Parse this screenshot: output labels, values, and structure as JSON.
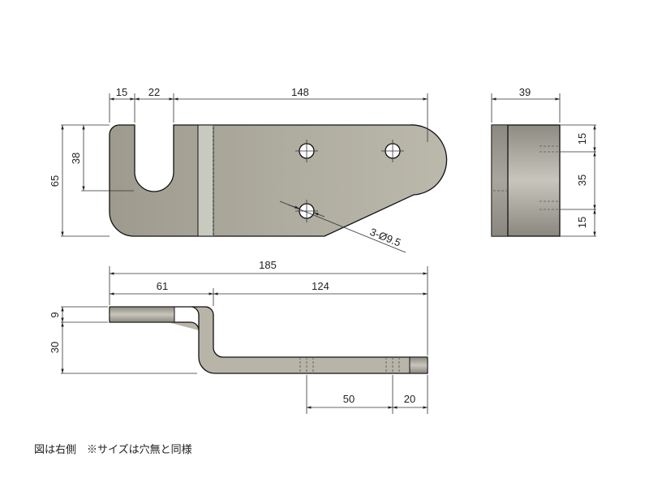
{
  "top_view": {
    "dims": {
      "d15": "15",
      "d22": "22",
      "d148": "148",
      "d65": "65",
      "d38": "38",
      "holes": "3-Ø9.5"
    }
  },
  "side_view": {
    "dims": {
      "d39": "39",
      "d15a": "15",
      "d35": "35",
      "d15b": "15"
    }
  },
  "front_view": {
    "dims": {
      "d185": "185",
      "d61": "61",
      "d124": "124",
      "d9": "9",
      "d30": "30",
      "d50": "50",
      "d20": "20"
    }
  },
  "note": "図は右側　※サイズは穴無と同様",
  "colors": {
    "plate": "#a8a598",
    "plate_light": "#c4c2b6",
    "line": "#222222"
  }
}
